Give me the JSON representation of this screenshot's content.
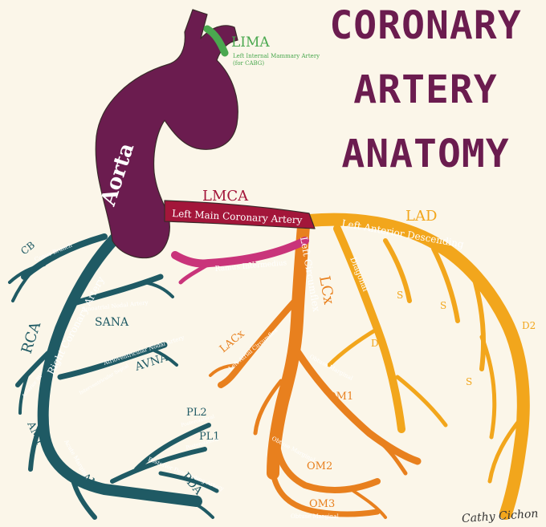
{
  "title_lines": [
    "CORONARY",
    "ARTERY",
    "ANATOMY"
  ],
  "labels": {
    "lima": "LIMA",
    "lima_full_1": "Left Internal Mammary Artery",
    "lima_full_2": "(for CABG)",
    "aorta": "Aorta",
    "lmca": "LMCA",
    "lmca_full": "Left Main Coronary Artery",
    "lad": "LAD",
    "lad_full": "Left Anterior Descending",
    "ri": "RI",
    "ri_full": "Ramus Intermedius",
    "lcx": "LCx",
    "lcx_full": "Left Circumflex",
    "lacx": "LACx",
    "lacx_full": "Left Atrial Circumflex",
    "diagonal": "Diagonal",
    "d1": "D1",
    "d2": "D2",
    "s": "S",
    "om": "Obtuse Marginal",
    "om1": "OM1",
    "om2": "OM2",
    "om3": "OM3",
    "cb": "CB",
    "cb_full": "Conus Branch",
    "rca": "RCA",
    "rca_full": "Right Coronary Artery",
    "sana": "SANA",
    "sana_full": "Sinoatrial Nodal Artery",
    "avna": "AVNA",
    "avna_full": "Atrioventricular Nodal Artery",
    "anterior_rv": "Anterior RV",
    "am1": "AM1",
    "am2": "AM2",
    "acute_marginal": "Acute Marginal",
    "interventricular": "Interventricular Septal",
    "pl1": "PL1",
    "pl2": "PL2",
    "posterolateral": "Posterolateral",
    "pda": "PDA",
    "pda_full": "Posterior Descending Artery"
  },
  "signature": "Cathy Cichon",
  "colors": {
    "background": "#fbf6e9",
    "aorta": "#6b1c4f",
    "lima": "#4aa84f",
    "lmca": "#a3163a",
    "ri": "#c9347a",
    "lad": "#f2a61c",
    "lcx": "#e8801e",
    "rca": "#1f5a64"
  }
}
